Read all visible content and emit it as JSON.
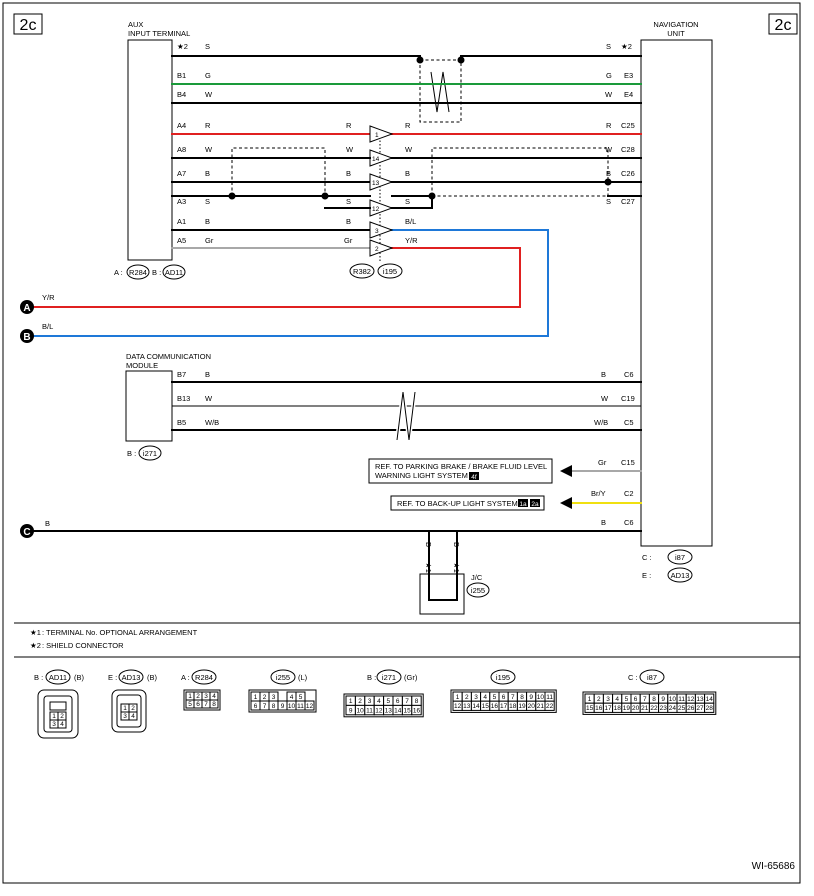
{
  "page": {
    "tag_left": "2c",
    "tag_right": "2c",
    "figure_id": "WI-65686"
  },
  "colors": {
    "red": "#e02020",
    "green": "#1a9a3a",
    "blue": "#1e78d8",
    "gray": "#a8a8a8",
    "yellow": "#f0e010",
    "black": "#000000"
  },
  "aux": {
    "title_line1": "AUX",
    "title_line2": "INPUT TERMINAL",
    "connector_a_label": "A :",
    "connector_a": "R284",
    "connector_b_label": "B :",
    "connector_b": "AD11",
    "pins": [
      {
        "pin": "★2",
        "wire": "S"
      },
      {
        "pin": "B1",
        "wire": "G"
      },
      {
        "pin": "B4",
        "wire": "W"
      },
      {
        "pin": "A4",
        "wire": "R"
      },
      {
        "pin": "A8",
        "wire": "W"
      },
      {
        "pin": "A7",
        "wire": "B"
      },
      {
        "pin": "A3",
        "wire": "S"
      },
      {
        "pin": "A1",
        "wire": "B"
      },
      {
        "pin": "A5",
        "wire": "Gr"
      }
    ]
  },
  "nav": {
    "title_line1": "NAVIGATION",
    "title_line2": "UNIT",
    "connector_c_label": "C :",
    "connector_c": "i87",
    "connector_e_label": "E :",
    "connector_e": "AD13",
    "pins": [
      {
        "pin": "★2",
        "wire": "S"
      },
      {
        "pin": "E3",
        "wire": "G"
      },
      {
        "pin": "E4",
        "wire": "W"
      },
      {
        "pin": "C25",
        "wire": "R"
      },
      {
        "pin": "C28",
        "wire": "W"
      },
      {
        "pin": "C26",
        "wire": "B"
      },
      {
        "pin": "C27",
        "wire": "S"
      },
      {
        "pin": "C6",
        "wire": "B"
      },
      {
        "pin": "C19",
        "wire": "W"
      },
      {
        "pin": "C5",
        "wire": "W/B"
      },
      {
        "pin": "C15",
        "wire": "Gr"
      },
      {
        "pin": "C2",
        "wire": "Br/Y"
      },
      {
        "pin": "C6",
        "wire": "B"
      }
    ]
  },
  "inline": {
    "connector1": "R382",
    "connector2": "i195",
    "pins": [
      "1",
      "14",
      "13",
      "12",
      "3",
      "2"
    ],
    "left_wires": [
      "R",
      "W",
      "B",
      "S",
      "B",
      "Gr"
    ],
    "right_wires": [
      "R",
      "W",
      "B",
      "S",
      "B/L",
      "Y/R"
    ]
  },
  "dcm": {
    "title_line1": "DATA COMMUNICATION",
    "title_line2": "MODULE",
    "connector_b_label": "B :",
    "connector_b": "i271",
    "pins": [
      {
        "pin": "B7",
        "wire": "B"
      },
      {
        "pin": "B13",
        "wire": "W"
      },
      {
        "pin": "B5",
        "wire": "W/B"
      }
    ]
  },
  "refs": {
    "parking_line1": "REF. TO PARKING BRAKE / BRAKE FLUID LEVEL",
    "parking_line2": "WARNING LIGHT SYSTEM",
    "parking_tag": "4f",
    "backup": "REF. TO BACK-UP LIGHT SYSTEM",
    "backup_tag1": "1a",
    "backup_tag2": "2a"
  },
  "offpage": {
    "A_label": "A",
    "A_wire": "Y/R",
    "B_label": "B",
    "B_wire": "B/L",
    "C_label": "C",
    "C_wire": "B"
  },
  "jc": {
    "label": "J/C",
    "connector": "i255",
    "pin_mark": "★1",
    "wire": "B"
  },
  "notes": [
    {
      "mark": "★1",
      "text": ": TERMINAL No. OPTIONAL ARRANGEMENT"
    },
    {
      "mark": "★2",
      "text": ": SHIELD CONNECTOR"
    }
  ],
  "connectors": {
    "AD11": {
      "prefix": "B :",
      "name": "AD11",
      "suffix": "(B)",
      "pins": [
        "1",
        "2",
        "3",
        "4"
      ]
    },
    "AD13": {
      "prefix": "E :",
      "name": "AD13",
      "suffix": "(B)",
      "pins": [
        "1",
        "2",
        "3",
        "4"
      ]
    },
    "R284": {
      "prefix": "A :",
      "name": "R284",
      "row1": [
        "1",
        "2",
        "3",
        "4"
      ],
      "row2": [
        "5",
        "6",
        "7",
        "8"
      ]
    },
    "i255": {
      "name": "i255",
      "suffix": "(L)",
      "row1": [
        "1",
        "2",
        "3",
        "",
        "4",
        "5"
      ],
      "row2": [
        "6",
        "7",
        "8",
        "9",
        "10",
        "11",
        "12"
      ]
    },
    "i271": {
      "prefix": "B :",
      "name": "i271",
      "suffix": "(Gr)",
      "row1": [
        "1",
        "2",
        "3",
        "4",
        "5",
        "6",
        "7",
        "8"
      ],
      "row2": [
        "9",
        "10",
        "11",
        "12",
        "13",
        "14",
        "15",
        "16"
      ]
    },
    "i195": {
      "name": "i195",
      "row1": [
        "1",
        "2",
        "3",
        "4",
        "5",
        "6",
        "7",
        "8",
        "9",
        "10",
        "11"
      ],
      "row2": [
        "12",
        "13",
        "14",
        "15",
        "16",
        "17",
        "18",
        "19",
        "20",
        "21",
        "22"
      ]
    },
    "i87": {
      "prefix": "C :",
      "name": "i87",
      "row1": [
        "1",
        "2",
        "3",
        "4",
        "5",
        "6",
        "7",
        "8",
        "9",
        "10",
        "11",
        "12",
        "13",
        "14"
      ],
      "row2": [
        "15",
        "16",
        "17",
        "18",
        "19",
        "20",
        "21",
        "22",
        "23",
        "24",
        "25",
        "26",
        "27",
        "28"
      ]
    }
  }
}
